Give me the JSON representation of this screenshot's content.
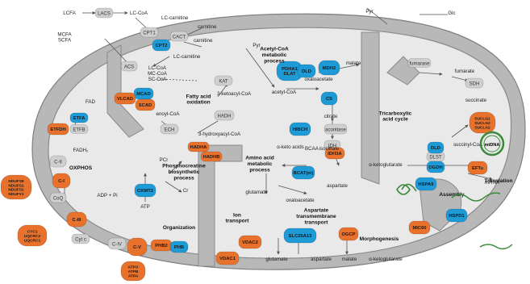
{
  "colors": {
    "membrane_fill": "#b8b8b8",
    "membrane_stroke": "#7f7f7f",
    "matrix_fill": "#e9e9e9",
    "protein_orange": "#e8722c",
    "protein_blue": "#1e9ad6",
    "protein_gray": "#cfcfcf",
    "mtdna_green": "#3a8a3a",
    "arrow": "#555555"
  },
  "process_labels": {
    "acetyl_coa": "Acetyl-CoA\nmetabolic\nprocess",
    "fatty_acid": "Fatty acid\noxidation",
    "tca": "Tricarboxylic\nacid cycle",
    "oxphos": "OXPHOS",
    "phosphocreatine": "Phosphocreatine\nbiosynthetic\nprocess",
    "amino_acid": "Amino acid\nmetabolic\nprocess",
    "organization": "Organization",
    "ion_transport": "Ion\ntransport",
    "aspartate": "Aspartate\ntransmembrane\ntransport",
    "morphogenesis": "Morphogenesis",
    "assembly": "Assembly",
    "translation": "Translation"
  },
  "proteins": {
    "cpt2": "CPT2",
    "mcad": "MCAD",
    "vlcad": "VLCAD",
    "scad": "SCAD",
    "etfa": "ETFA",
    "etfdh": "ETFDH",
    "hadha": "HADHA",
    "hadhb": "HADHB",
    "pdh": "PDHA1\nDLAT",
    "dld1": "DLD",
    "mdh2": "MDH2",
    "cs": "CS",
    "idh3a": "IDH3A",
    "hibch": "HIBCH",
    "bcat": "BCAT(m)",
    "dld2": "DLD",
    "ogdh": "OGDH",
    "suclg": "SUCLG1\nSUCLG2\nSUCLA2",
    "ckmt2": "CKMT2",
    "c1": "C-I",
    "ndufs": "NDUFS8\nNDUFS1\nNDUFS2\nNDUFV1",
    "c3": "C-III",
    "cyc": "CYC1\nUQCRC2\nUQCRC1",
    "c5": "C-V",
    "atp": "ATPO\nATPB\nATPA",
    "phb2": "PHB2",
    "phb": "PHB",
    "vdac1": "VDAC1",
    "vdac2": "VDAC2",
    "slc25a13": "SLC25A13",
    "ogcp": "OGCP",
    "mic60": "MIC60",
    "hspa9": "HSPA9",
    "hspd1": "HSPD1",
    "eftu": "EFTu"
  },
  "gray_proteins": {
    "lacs": "LACS",
    "cpt1": "CPT1",
    "cact": "CACT",
    "acs": "ACS",
    "kat": "KAT",
    "hadh": "HADH",
    "ech": "ECH",
    "aconitase": "aconitase",
    "idh": "IDH",
    "fumarase": "fumarase",
    "sdh": "SDH",
    "dlst": "DLST",
    "etfb": "ETFB",
    "c2": "C-II",
    "c4": "C-IV",
    "coq": "CoQ",
    "cytc": "Cyt c"
  },
  "metabolites": {
    "lcfa": "LCFA",
    "lc_coa_top": "LC-CoA",
    "mcfa_scfa": "MCFA\nSCFA",
    "lc_carnitine": "LC-carnitine",
    "carnitine1": "carnitine",
    "carnitine2": "carnitine",
    "lc_carnitine2": "LC-carnitine",
    "coa_list": "LC-CoA\nMC-CoA\nSC-CoA",
    "fad": "FAD",
    "fadh2": "FADH₂",
    "enoyl_coa": "enoyl-CoA",
    "ketoacyl_coa": "3-ketoacyl-CoA",
    "hydroxyacyl_coa": "3-hydroxyacyl-CoA",
    "pyr_top": "Pyr",
    "glc": "Glc",
    "pyr": "Pyr",
    "acetyl_coa": "acetyl-CoA",
    "malate": "malate",
    "oxaloacetate": "oxaloacetate",
    "citrate": "citrate",
    "isocitrate": "isocitrate",
    "fumarate": "fumarate",
    "succinate": "succinate",
    "succinyl_coa": "succinyl-CoA",
    "alpha_kg": "α-ketoglutarate",
    "alpha_keto_acids": "α-keto acids",
    "bcaa": "BCAA",
    "glutamate": "glutamate",
    "oxaloacetate2": "oxaloacetate",
    "aspartate": "aspartate",
    "pcr": "PCr",
    "cr": "Cr",
    "adp_pi": "ADP + Pi",
    "atp": "ATP",
    "mrna": "mRNA",
    "mtdna": "mtDNA",
    "glutamate_out": "glutamate",
    "aspartate_out": "aspartate",
    "malate_out": "malate",
    "akg_out": "α-ketoglutarate"
  }
}
